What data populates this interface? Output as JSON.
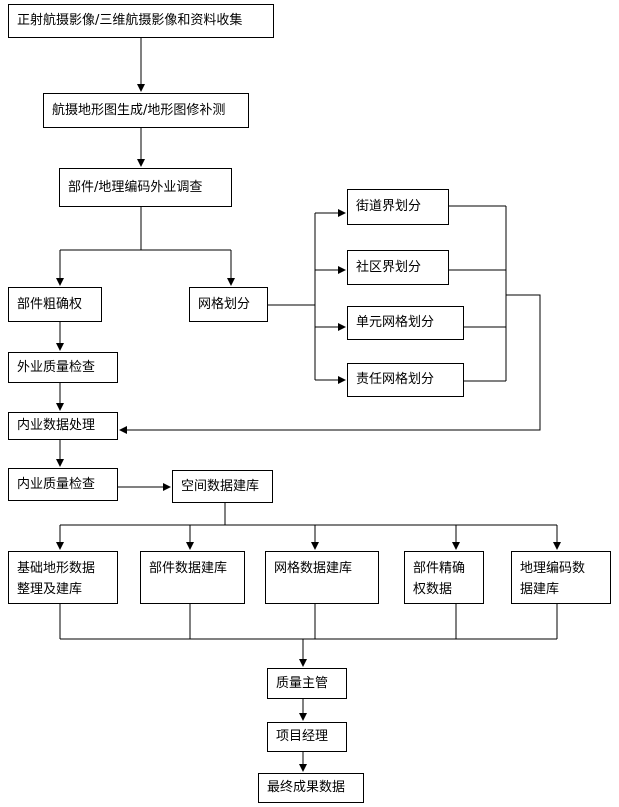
{
  "nodes": {
    "collect": "正射航摄影像/三维航摄影像和资料收集",
    "mapgen": "航摄地形图生成/地形图修补测",
    "survey": "部件/地理编码外业调查",
    "rough": "部件粗确权",
    "grid_div": "网格划分",
    "street": "街道界划分",
    "community": "社区界划分",
    "unit_grid": "单元网格划分",
    "resp_grid": "责任网格划分",
    "field_qc": "外业质量检查",
    "office_proc": "内业数据处理",
    "office_qc": "内业质量检查",
    "spatial_db": "空间数据建库",
    "base_terrain": "基础地形数据\n整理及建库",
    "part_db": "部件数据建库",
    "grid_db": "网格数据建库",
    "part_precise": "部件精确\n权数据",
    "geo_code_db": "地理编码数\n据建库",
    "qa_manager": "质量主管",
    "pm": "项目经理",
    "final": "最终成果数据"
  }
}
